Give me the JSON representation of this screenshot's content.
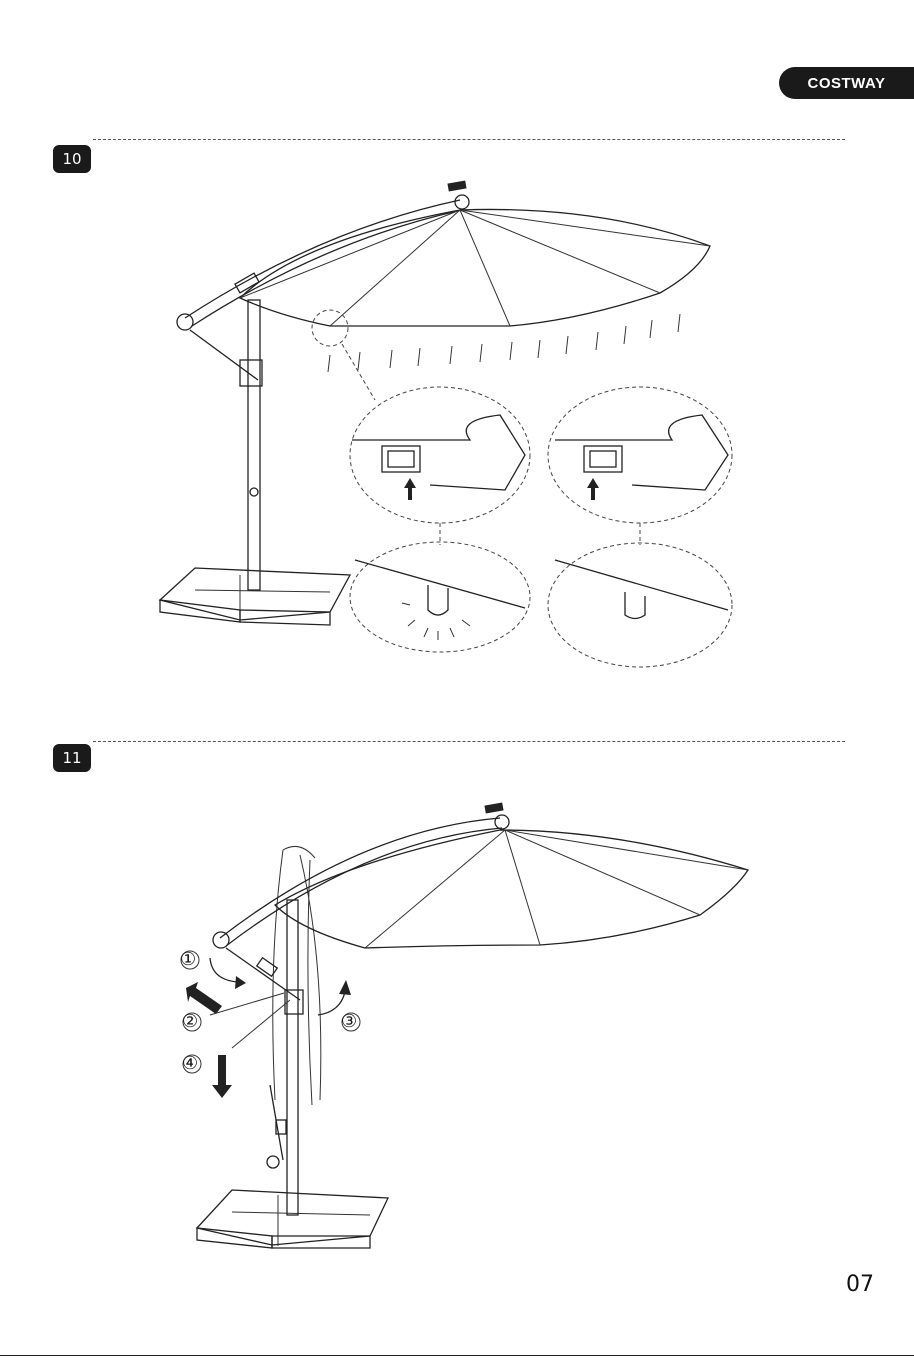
{
  "brand": {
    "logo_text": "COSTWAY"
  },
  "steps": [
    {
      "number": "10"
    },
    {
      "number": "11"
    }
  ],
  "callouts": [
    "①",
    "②",
    "③",
    "④"
  ],
  "page_number": "07",
  "icons": [
    "umbrella-illustration",
    "switch-detail",
    "arrow-up-icon",
    "curved-arrow-icon",
    "arrow-down-icon"
  ]
}
